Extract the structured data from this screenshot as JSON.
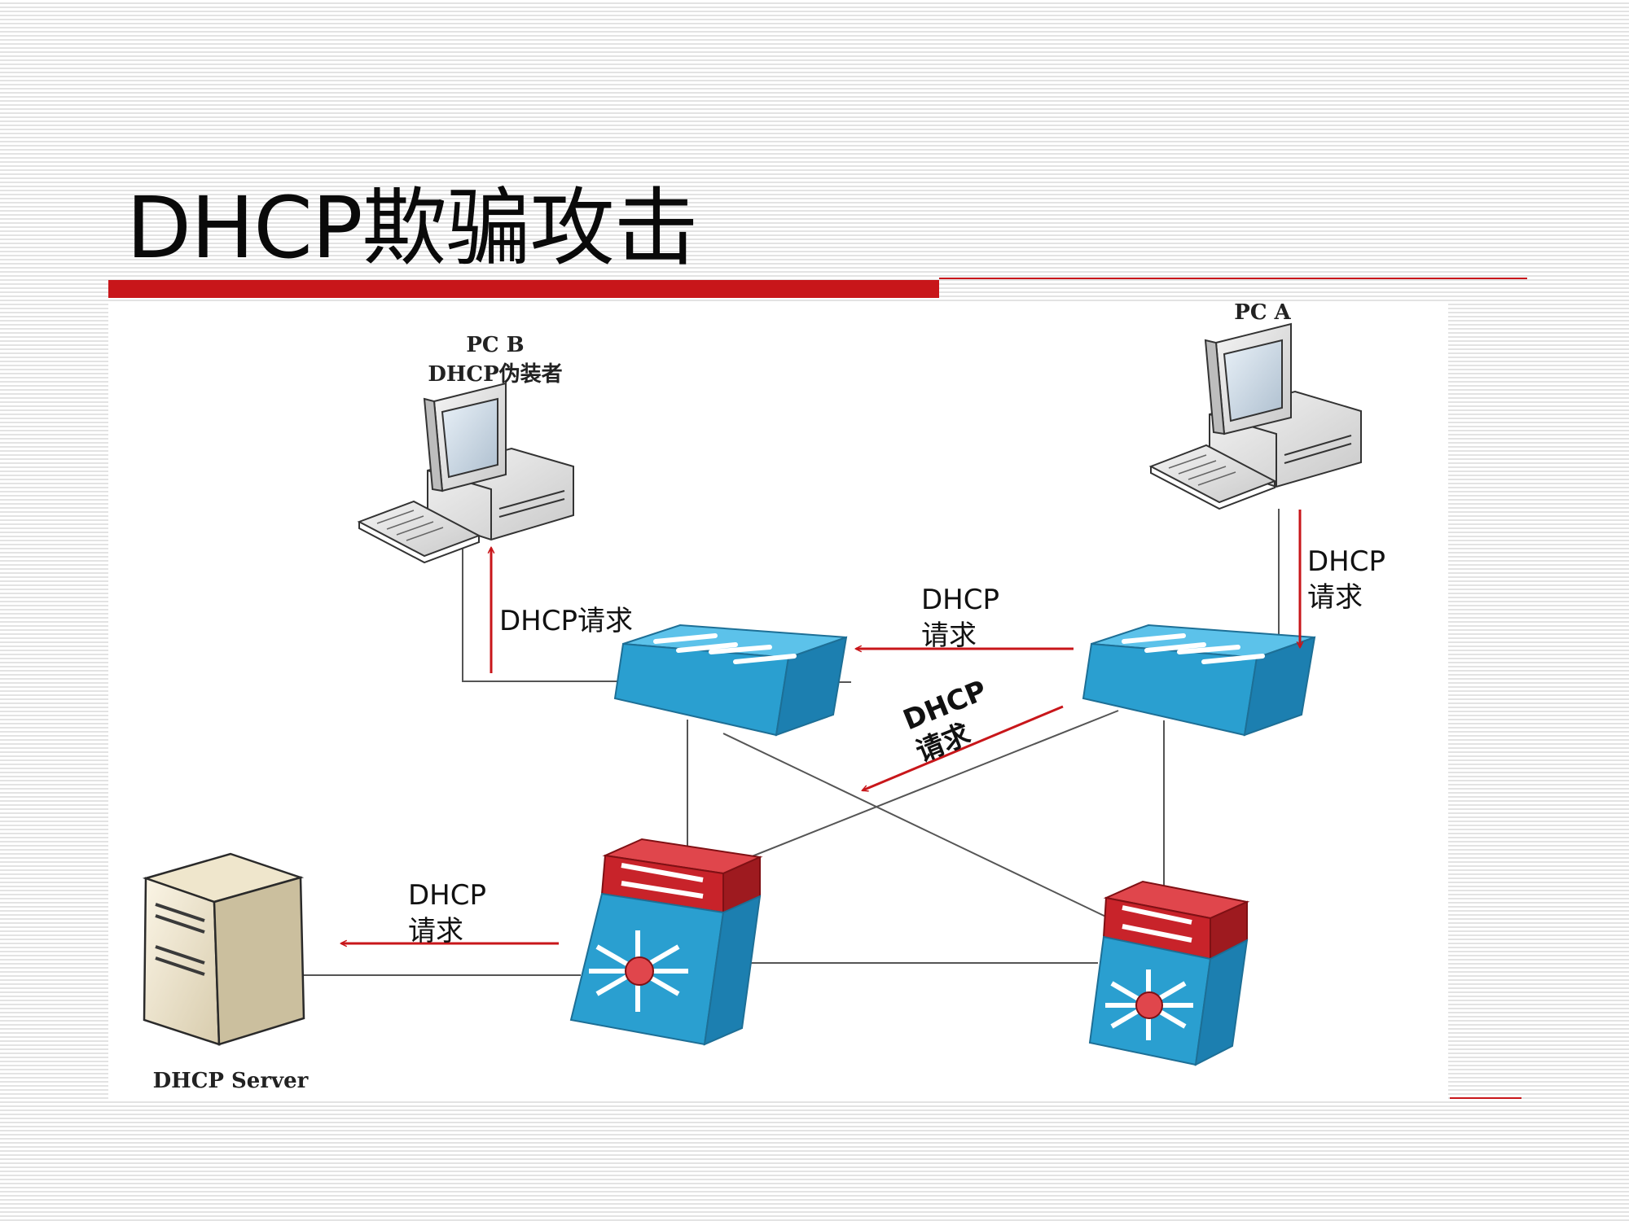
{
  "slide": {
    "title": "DHCP欺骗攻击",
    "accent_color": "#c8161a"
  },
  "diagram": {
    "nodes": {
      "pc_b": {
        "name": "PC B",
        "role": "DHCP伪装者"
      },
      "pc_a": {
        "name": "PC A"
      },
      "dhcp_server": {
        "name": "DHCP Server"
      }
    },
    "flow_labels": {
      "pc_a_request": {
        "line1": "DHCP",
        "line2": "请求"
      },
      "switch_link_request": {
        "line1": "DHCP",
        "line2": "请求"
      },
      "diagonal_request": {
        "line1": "DHCP",
        "line2": "请求"
      },
      "pc_b_request": {
        "text": "DHCP请求"
      },
      "server_request": {
        "line1": "DHCP",
        "line2": "请求"
      }
    },
    "colors": {
      "arrow": "#c8161a",
      "switch": "#2a9fd0",
      "core_top": "#c8232a",
      "link": "#555555"
    }
  }
}
